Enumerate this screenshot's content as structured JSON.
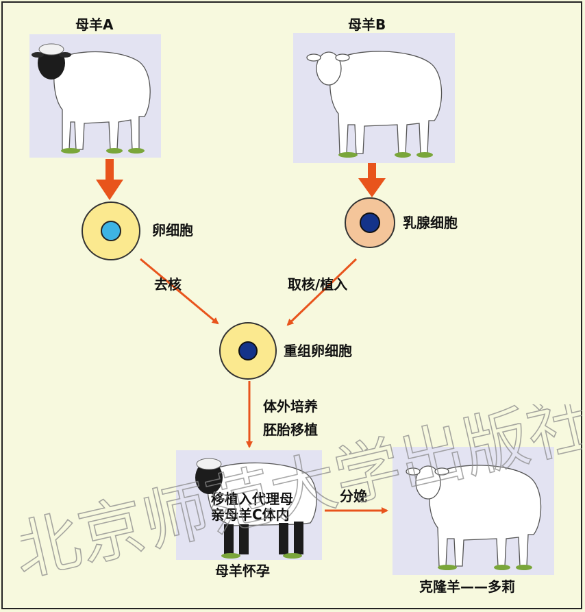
{
  "sheep_a_label": "母羊A",
  "sheep_b_label": "母羊B",
  "egg_cell_label": "卵细胞",
  "mammary_cell_label": "乳腺细胞",
  "enucleate_label": "去核",
  "extract_implant_label": "取核/植入",
  "recombined_egg_label": "重组卵细胞",
  "culture_label": "体外培养",
  "embryo_transfer_label": "胚胎移植",
  "implant_line1": "移植入代理母",
  "implant_line2": "亲母羊C体内",
  "birth_label": "分娩",
  "pregnant_label": "母羊怀孕",
  "clone_label": "克隆羊——多莉",
  "watermark_text": "北京师范大学出版社",
  "colors": {
    "arrow": "#e8541c",
    "egg_cytoplasm": "#fbe98f",
    "egg_nucleus": "#3eb4e4",
    "mammary_cytoplasm": "#f4c59a",
    "dark_nucleus": "#14338a",
    "panel": "#e3e3f2"
  }
}
